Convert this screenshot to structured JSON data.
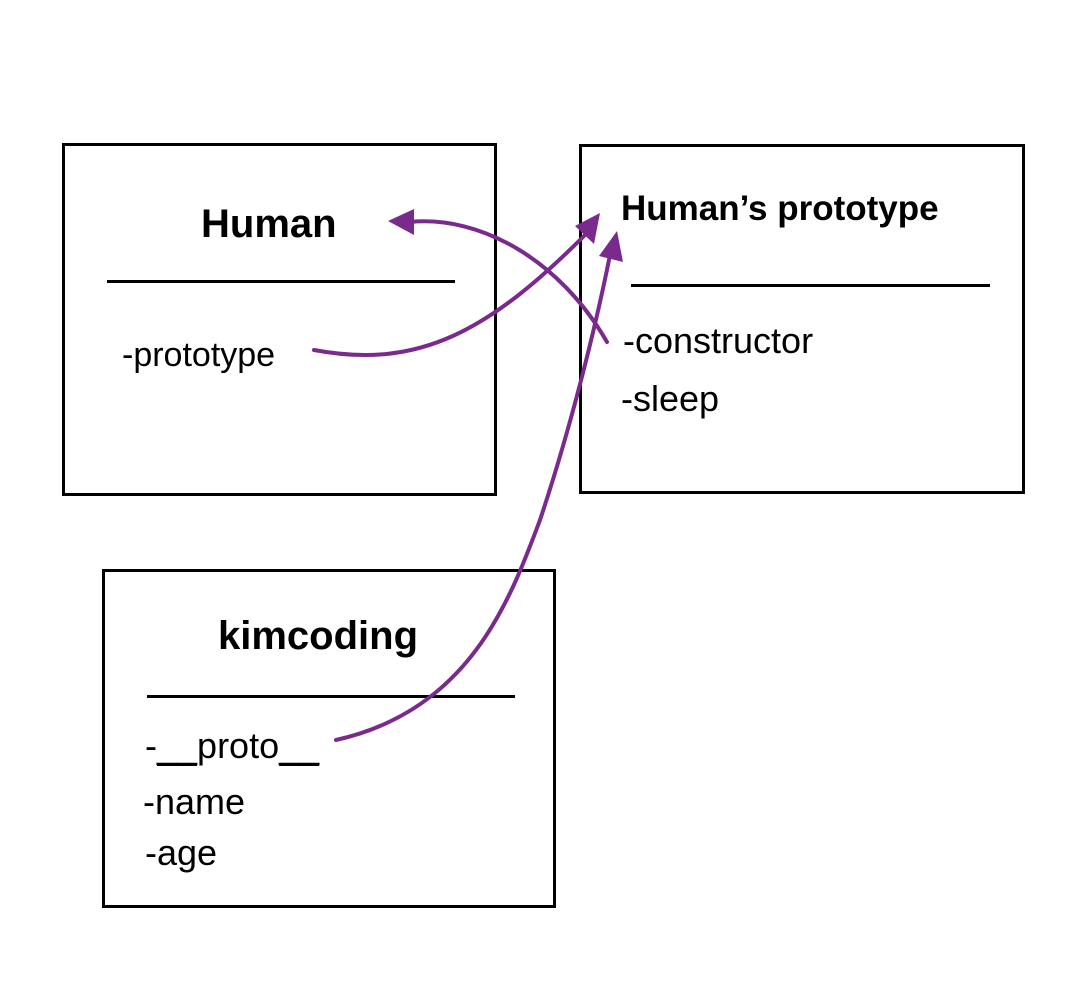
{
  "colors": {
    "arrow": "#7a2a8c",
    "border": "#000000"
  },
  "human": {
    "title": "Human",
    "props": [
      "-prototype"
    ]
  },
  "humans_prototype": {
    "title": "Human’s prototype",
    "props": [
      "-constructor",
      "-sleep"
    ]
  },
  "kimcoding": {
    "title": "kimcoding",
    "proto_prefix": "-",
    "proto_under_left": "__",
    "proto_word": "proto",
    "proto_under_right": "__",
    "props": [
      "-name",
      "-age"
    ]
  }
}
